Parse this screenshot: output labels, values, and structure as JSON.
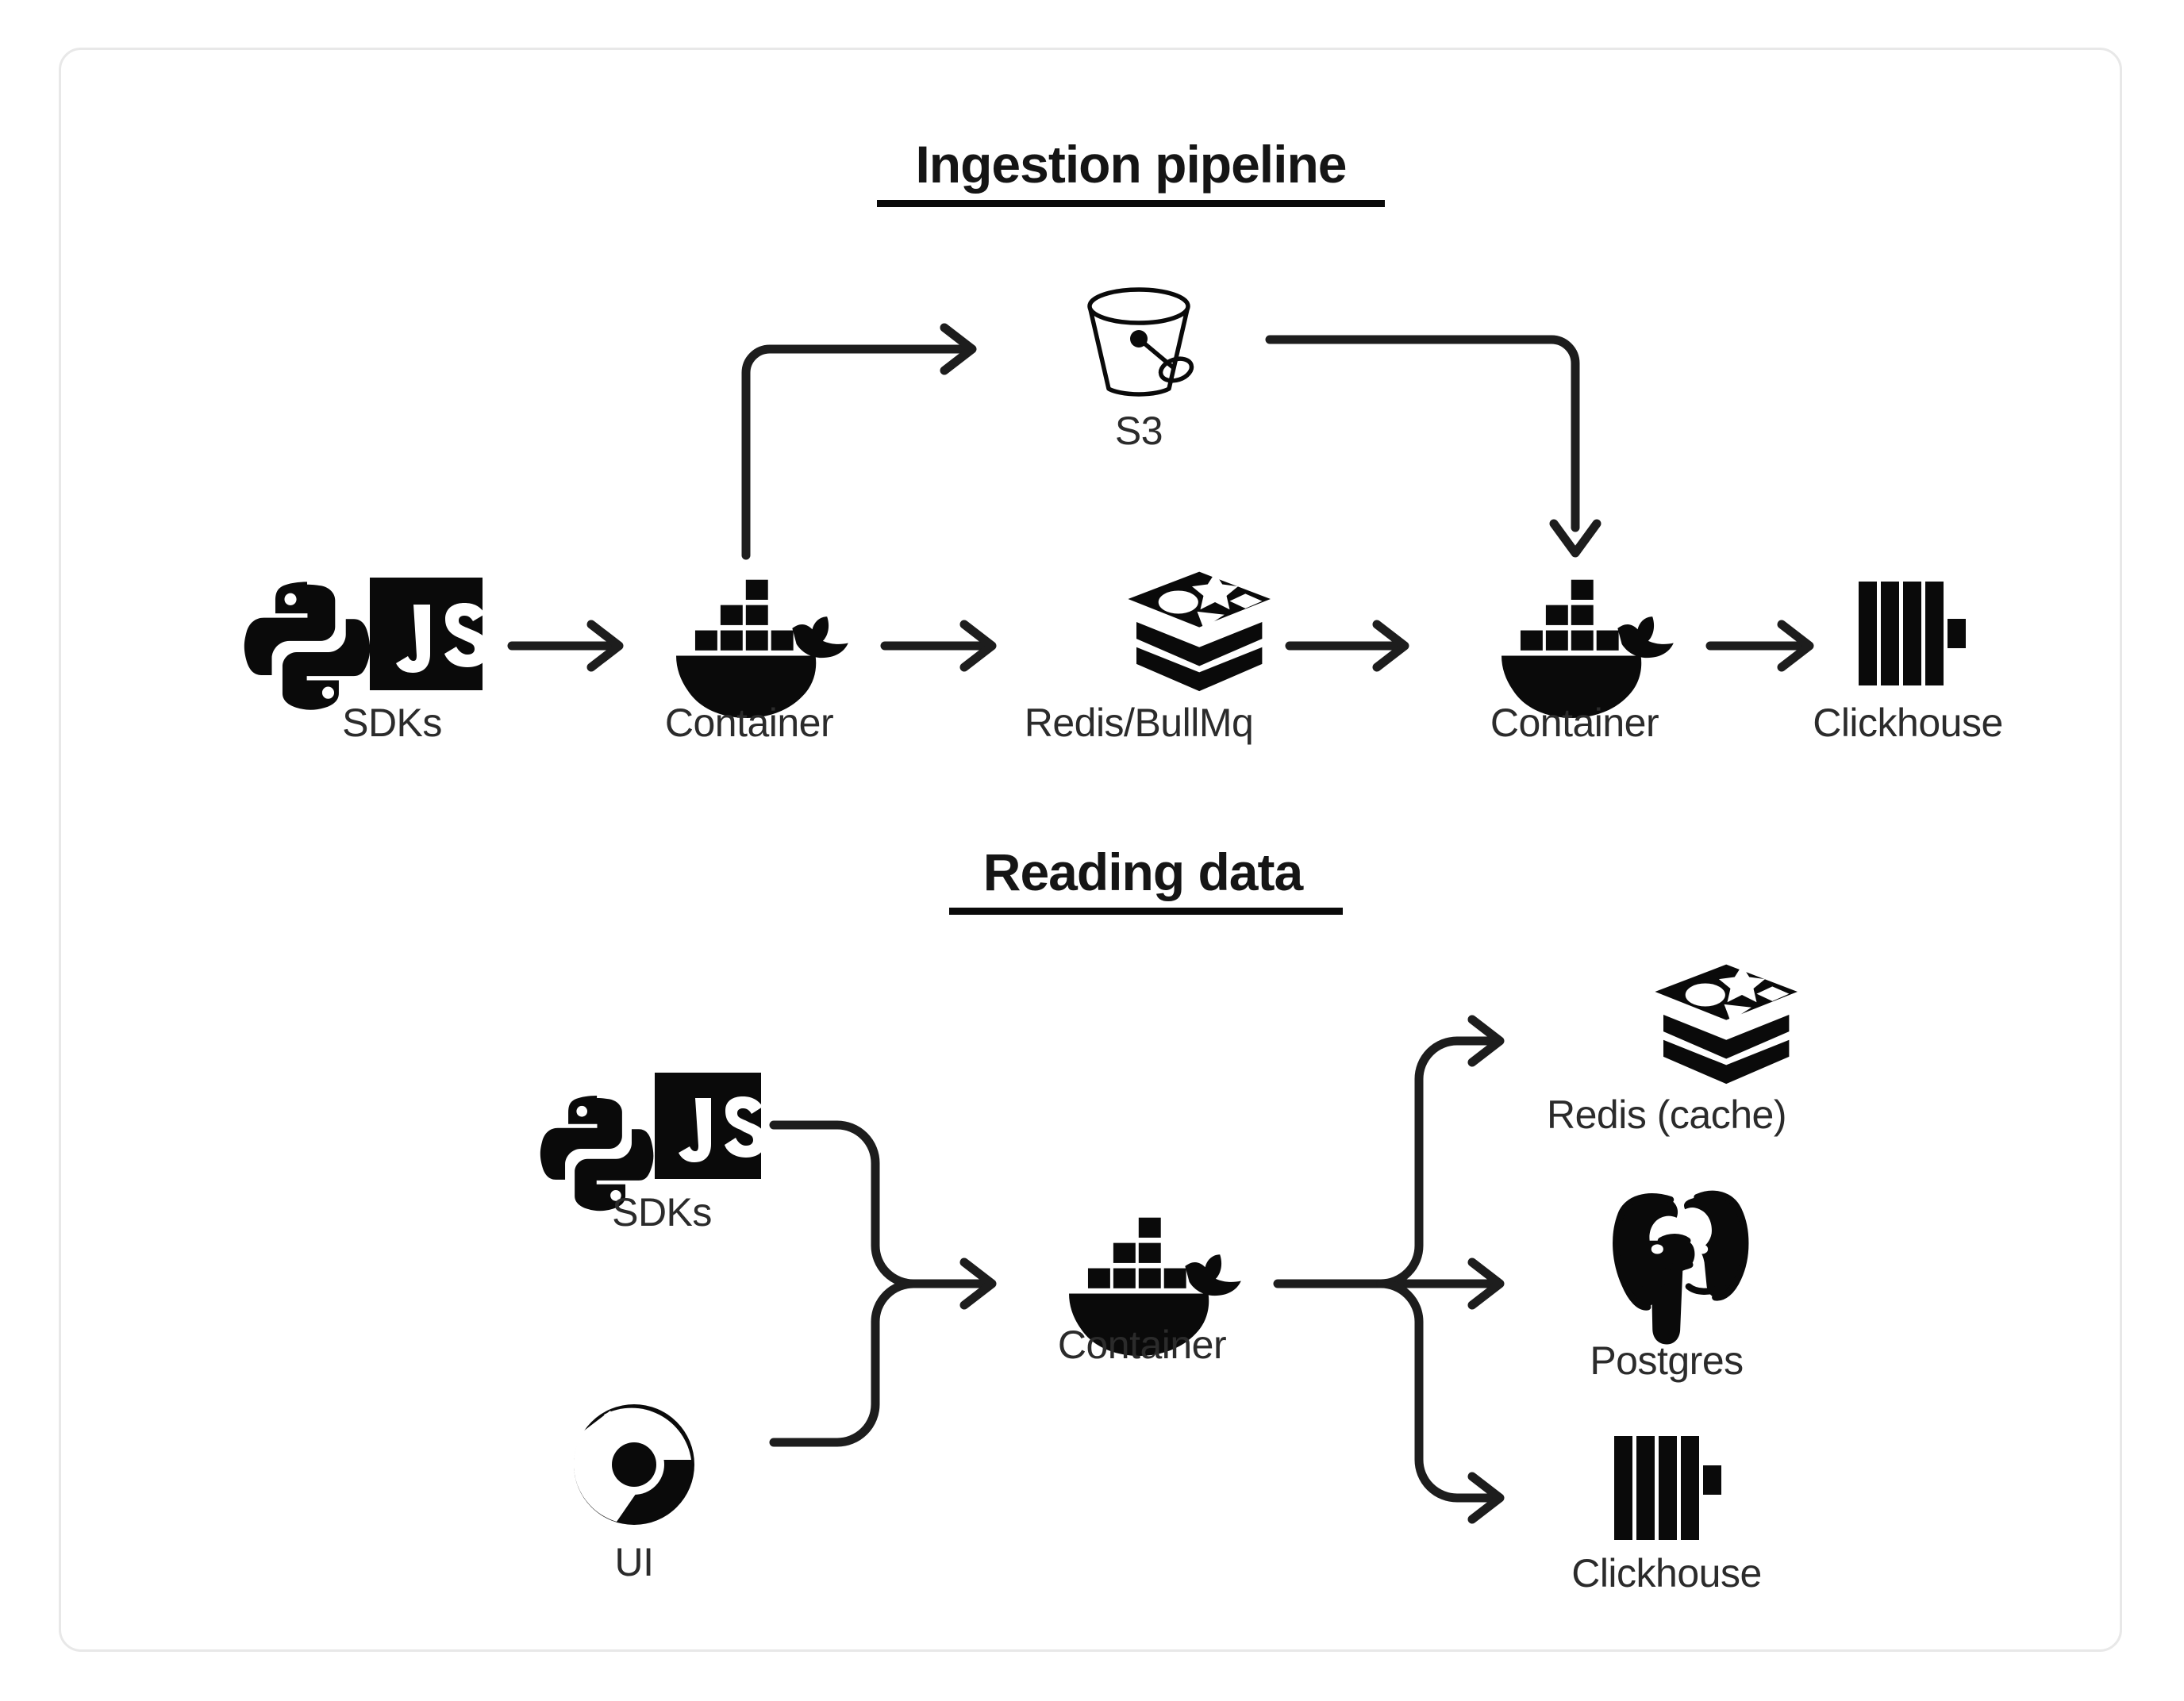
{
  "card": {
    "border_color": "#e8e8e8",
    "background": "#ffffff"
  },
  "ink_color": "#0a0a0a",
  "sections": [
    {
      "id": "ingestion",
      "title": "Ingestion pipeline",
      "nodes": [
        {
          "id": "sdks-top",
          "label": "SDKs",
          "icons": [
            "python-icon",
            "javascript-icon"
          ]
        },
        {
          "id": "container-1",
          "label": "Container",
          "icons": [
            "docker-icon"
          ]
        },
        {
          "id": "s3",
          "label": "S3",
          "icons": [
            "s3-bucket-icon"
          ]
        },
        {
          "id": "redis-bullmq",
          "label": "Redis/BullMq",
          "icons": [
            "redis-icon"
          ]
        },
        {
          "id": "container-2",
          "label": "Container",
          "icons": [
            "docker-icon"
          ]
        },
        {
          "id": "clickhouse-top",
          "label": "Clickhouse",
          "icons": [
            "clickhouse-icon"
          ]
        }
      ],
      "edges": [
        {
          "from": "sdks-top",
          "to": "container-1",
          "shape": "straight"
        },
        {
          "from": "container-1",
          "to": "s3",
          "shape": "elbow-up-right"
        },
        {
          "from": "container-1",
          "to": "redis-bullmq",
          "shape": "straight"
        },
        {
          "from": "s3",
          "to": "container-2",
          "shape": "elbow-right-down"
        },
        {
          "from": "redis-bullmq",
          "to": "container-2",
          "shape": "straight"
        },
        {
          "from": "container-2",
          "to": "clickhouse-top",
          "shape": "straight"
        }
      ]
    },
    {
      "id": "reading",
      "title": "Reading data",
      "nodes": [
        {
          "id": "sdks-bottom",
          "label": "SDKs",
          "icons": [
            "python-icon",
            "javascript-icon"
          ]
        },
        {
          "id": "ui",
          "label": "UI",
          "icons": [
            "chrome-icon"
          ]
        },
        {
          "id": "container-3",
          "label": "Container",
          "icons": [
            "docker-icon"
          ]
        },
        {
          "id": "redis-cache",
          "label": "Redis (cache)",
          "icons": [
            "redis-icon"
          ]
        },
        {
          "id": "postgres",
          "label": "Postgres",
          "icons": [
            "postgres-icon"
          ]
        },
        {
          "id": "clickhouse-bottom",
          "label": "Clickhouse",
          "icons": [
            "clickhouse-icon"
          ]
        }
      ],
      "edges": [
        {
          "from": "sdks-bottom",
          "to": "container-3",
          "shape": "merge-from-top"
        },
        {
          "from": "ui",
          "to": "container-3",
          "shape": "merge-from-bottom"
        },
        {
          "from": "container-3",
          "to": "redis-cache",
          "shape": "fanout-up"
        },
        {
          "from": "container-3",
          "to": "postgres",
          "shape": "fanout-straight"
        },
        {
          "from": "container-3",
          "to": "clickhouse-bottom",
          "shape": "fanout-down"
        }
      ]
    }
  ]
}
